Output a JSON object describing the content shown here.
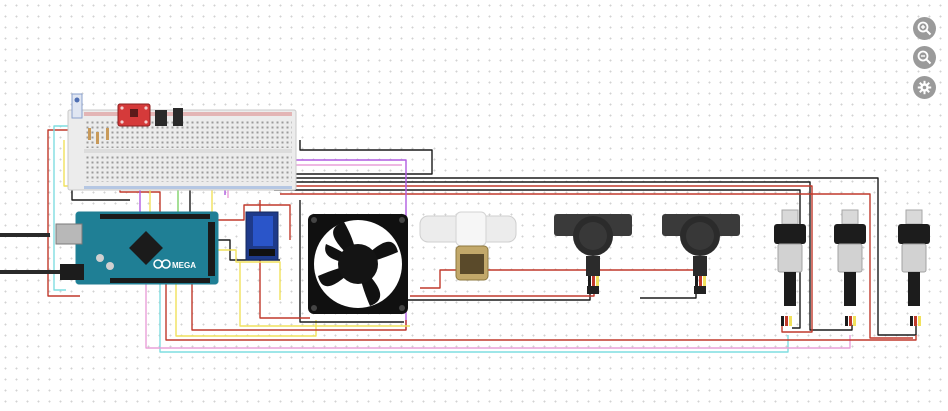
{
  "board": {
    "name": "MEGA"
  },
  "controls": [
    {
      "name": "zoom-in-button",
      "icon": "zoom-in-icon"
    },
    {
      "name": "zoom-out-button",
      "icon": "zoom-out-icon"
    },
    {
      "name": "settings-button",
      "icon": "gear-icon"
    }
  ],
  "colors": {
    "background": "#ffffff",
    "grid_dot": "#d2d2d2",
    "arduino_board": "#1f7f95",
    "breadboard": "#ececec",
    "relay_module": "#1e3a8a",
    "fan_body": "#101010",
    "sensor_body": "#2b2b2b",
    "control_button": "#9a9a9a",
    "wire_red": "#c0392b",
    "wire_black": "#1a1a1a",
    "wire_yellow": "#f1e15b",
    "wire_cyan": "#7fdde0",
    "wire_purple": "#b05ce0",
    "wire_green": "#7fd36a",
    "wire_pink": "#e9a0d8",
    "wire_orange": "#e8862d"
  }
}
